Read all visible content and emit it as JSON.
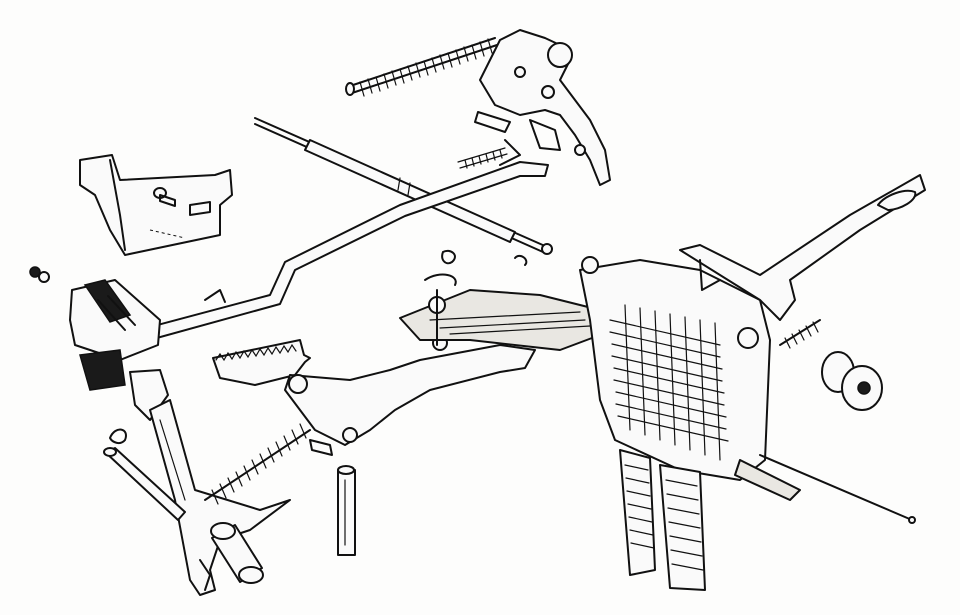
{
  "figure": {
    "kind": "exploded-assembly-line-drawing",
    "ink_color": "#111111",
    "paper_color": "#fdfdfc"
  },
  "parts": [
    "upper-spring",
    "upper-bellcrank",
    "small-spring-upper",
    "long-rod",
    "left-bracket",
    "screw-small-upper",
    "screw-left",
    "long-bar-linkage",
    "left-block-assembly",
    "notched-slider",
    "pivot-plate",
    "clip-ring",
    "right-comb-block",
    "right-frame-plate",
    "spacer-roller",
    "right-spring",
    "wire-rod",
    "bottom-left-arm",
    "lower-spring",
    "vertical-pin",
    "small-clip-left",
    "left-pin",
    "bushing",
    "comb-strip-left",
    "comb-strip-right"
  ]
}
